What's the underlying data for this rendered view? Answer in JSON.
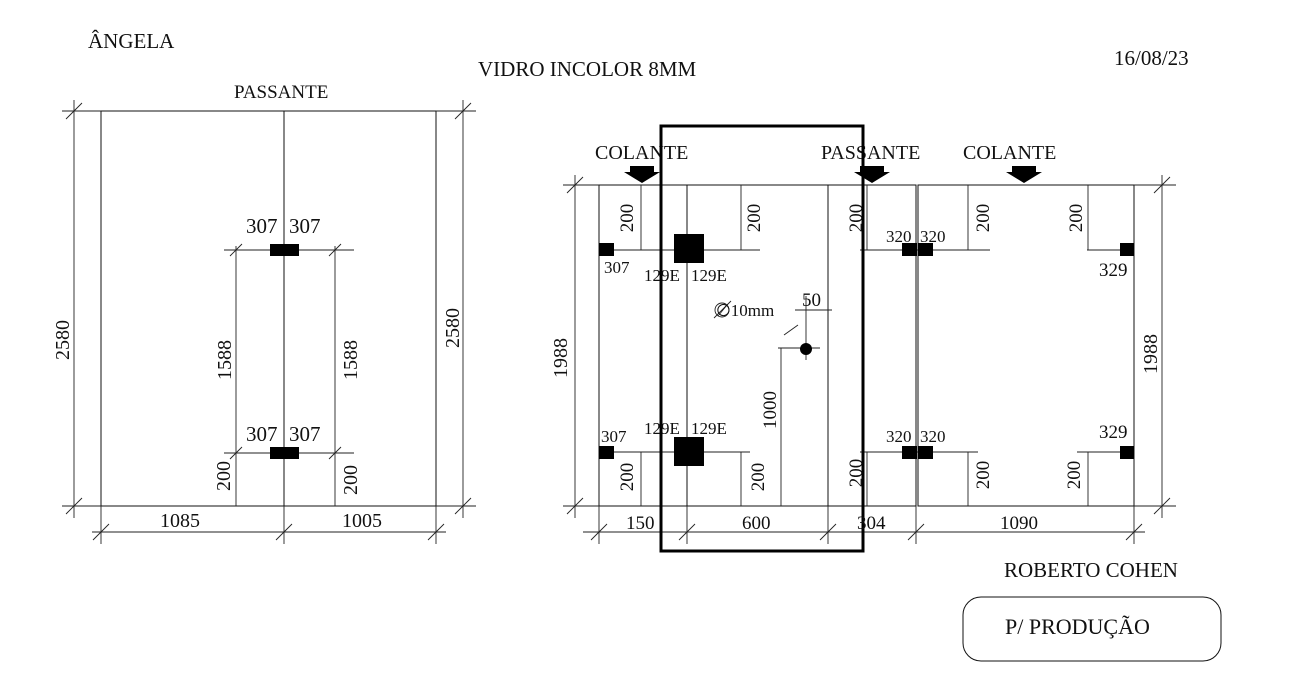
{
  "header": {
    "client": "ÂNGELA",
    "material": "VIDRO INCOLOR 8MM",
    "date": "16/08/23"
  },
  "left_panel": {
    "hinge_label": "PASSANTE",
    "height_left": "2580",
    "height_right": "2580",
    "top_hinge_offsets": [
      "307",
      "307"
    ],
    "bottom_hinge_offsets": [
      "307",
      "307"
    ],
    "spacing_left": "1588",
    "spacing_right": "1588",
    "bottom_margin_left": "200",
    "bottom_margin_right": "200",
    "width_left": "1085",
    "width_right": "1005"
  },
  "right_panel": {
    "labels": {
      "colante_left": "COLANTE",
      "passante": "PASSANTE",
      "colante_right": "COLANTE"
    },
    "height_left": "1988",
    "height_right": "1988",
    "top_margins": [
      "200",
      "200",
      "200",
      "200",
      "200"
    ],
    "bottom_margins": [
      "200",
      "200",
      "200",
      "200",
      "200"
    ],
    "edge_left_top": "307",
    "edge_left_bottom": "307",
    "notch_top": [
      "129E",
      "129E"
    ],
    "notch_bottom": [
      "129E",
      "129E"
    ],
    "hole_diameter": "∅10mm",
    "hole_offset": "50",
    "hole_height": "1000",
    "mid_top": [
      "320",
      "320"
    ],
    "mid_bottom": [
      "320",
      "320"
    ],
    "edge_right_top": "329",
    "edge_right_bottom": "329",
    "widths": [
      "150",
      "600",
      "304",
      "1090"
    ]
  },
  "footer": {
    "architect": "ROBERTO COHEN",
    "status": "P/ PRODUÇÃO"
  }
}
